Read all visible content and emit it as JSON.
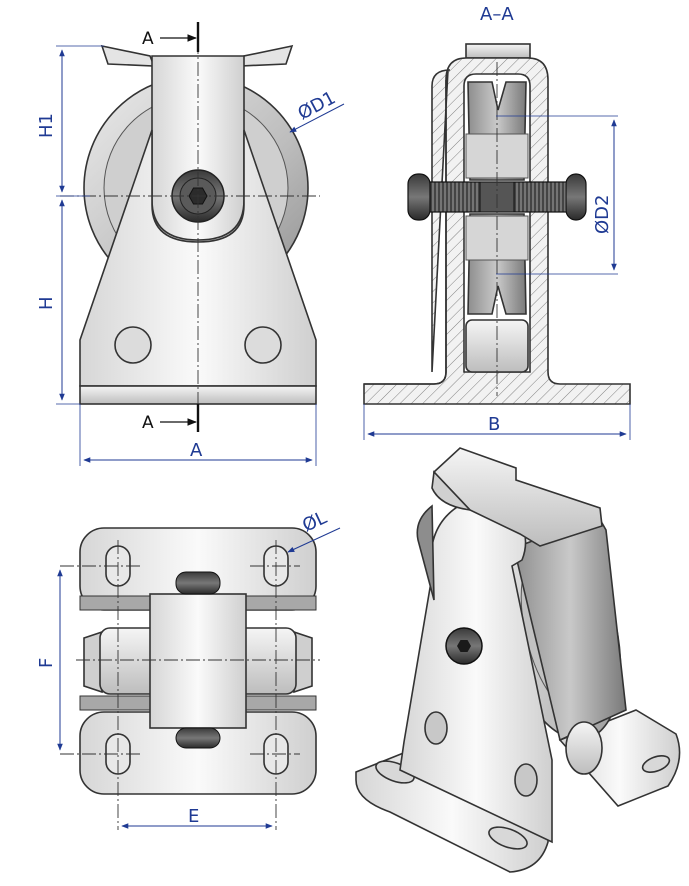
{
  "labels": {
    "section_title": "A–A",
    "cut_top": "A",
    "cut_bottom": "A",
    "dim_h1": "H1",
    "dim_h": "H",
    "dim_a": "A",
    "dim_d1": "ØD1",
    "dim_d2": "ØD2",
    "dim_b": "B",
    "dim_l": "ØL",
    "dim_f": "F",
    "dim_e": "E"
  },
  "colors": {
    "dimension": "#1f3a93",
    "metal_light": "#f0f0f0",
    "metal_mid": "#d4d4d4",
    "metal_dark": "#8a8a8a",
    "outline": "#333333"
  }
}
